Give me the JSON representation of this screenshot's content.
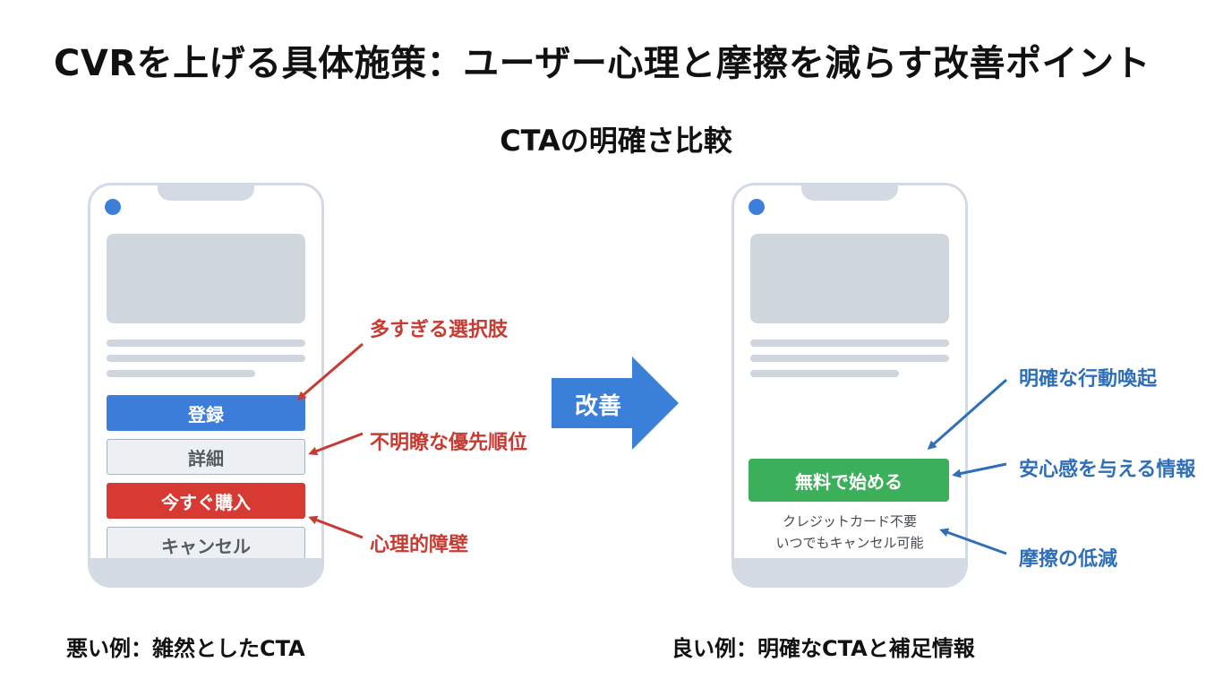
{
  "title": "CVRを上げる具体施策：ユーザー心理と摩擦を減らす改善ポイント",
  "subtitle": "CTAの明確さ比較",
  "bad_example": {
    "buttons": [
      "登録",
      "詳細",
      "今すぐ購入",
      "キャンセル"
    ],
    "annotations": [
      "多すぎる選択肢",
      "不明瞭な優先順位",
      "心理的障壁"
    ],
    "caption": "悪い例：雑然としたCTA"
  },
  "improve_label": "改善",
  "good_example": {
    "cta_label": "無料で始める",
    "reassurance": [
      "クレジットカード不要",
      "いつでもキャンセル可能"
    ],
    "annotations": [
      "明確な行動喚起",
      "安心感を与える情報",
      "摩擦の低減"
    ],
    "caption": "良い例：明確なCTAと補足情報"
  },
  "colors": {
    "bad_accent": "#c73b33",
    "good_accent": "#2f6fb8",
    "cta_blue": "#3b7dd8",
    "cta_red": "#d63a33",
    "cta_green": "#3caf5b",
    "phone_frame": "#d3dae3"
  }
}
